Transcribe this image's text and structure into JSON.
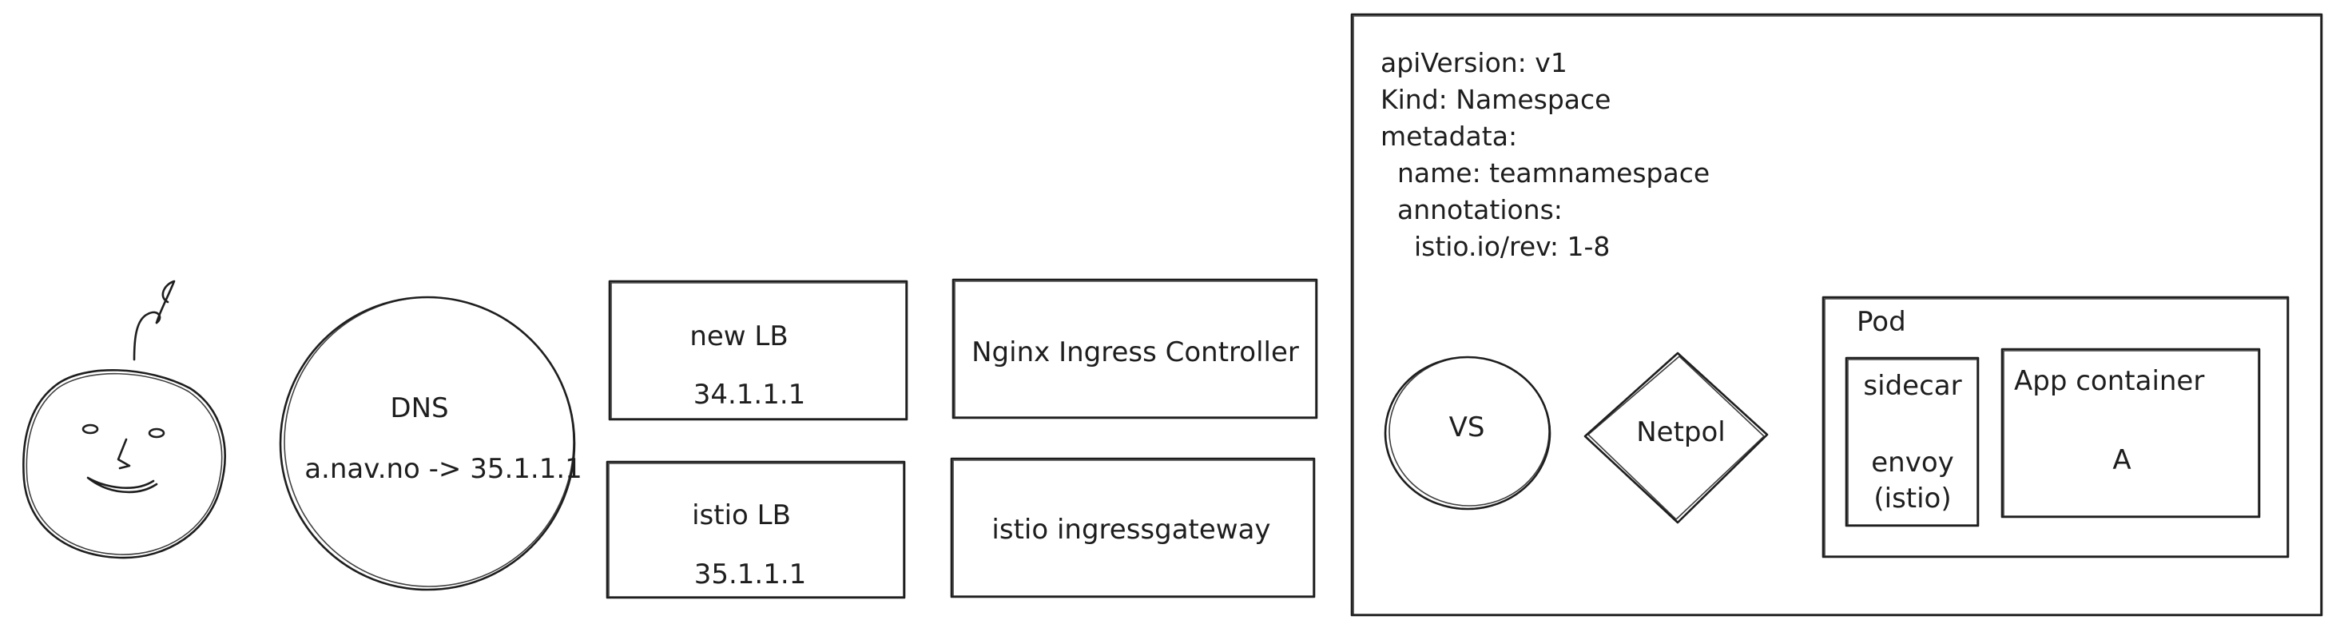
{
  "user": {
    "icon": "smiley-user-icon"
  },
  "dns": {
    "title": "DNS",
    "record": "a.nav.no -> 35.1.1.1"
  },
  "new_lb": {
    "title": "new LB",
    "ip": "34.1.1.1"
  },
  "istio_lb": {
    "title": "istio LB",
    "ip": "35.1.1.1"
  },
  "nginx": {
    "label": "Nginx Ingress Controller"
  },
  "istio_gw": {
    "label": "istio ingressgateway"
  },
  "namespace": {
    "yaml": [
      "apiVersion: v1",
      "Kind: Namespace",
      "metadata:",
      "  name: teamnamespace",
      "  annotations:",
      "    istio.io/rev: 1-8"
    ],
    "vs": "VS",
    "netpol": "Netpol",
    "pod": {
      "title": "Pod",
      "sidecar_title": "sidecar",
      "sidecar_lines": [
        "envoy",
        "(istio)"
      ],
      "app_title": "App container",
      "app_value": "A"
    }
  }
}
